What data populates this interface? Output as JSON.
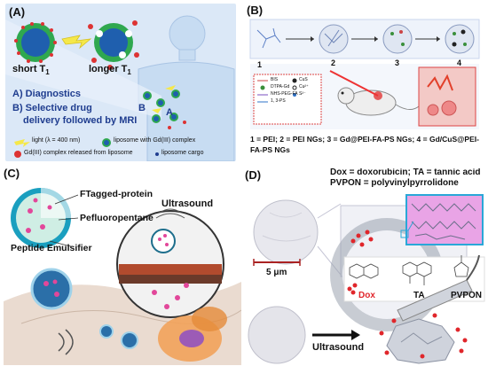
{
  "panelA": {
    "label": "(A)",
    "short_t1": "short T",
    "longer_t1": "longer T",
    "t1_sub": "1",
    "diagnostics": "A) Diagnostics",
    "selective_line1": "B) Selective drug",
    "selective_line2": "delivery followed by MRI",
    "legend_light": "light (λ = 400 nm)",
    "legend_liposome": "liposome with  Gd(III) complex",
    "legend_released": "Gd(III) complex released from liposome",
    "legend_cargo": "liposome cargo",
    "marker_a": "A",
    "marker_b": "B"
  },
  "panelB": {
    "label": "(B)",
    "step_numbers": [
      "1",
      "2",
      "3",
      "4"
    ],
    "caption_line1": "1 = PEI; 2 = PEI NGs; 3 = Gd@PEI-FA-PS NGs; 4 = Gd/CuS@PEI-",
    "caption_line2": "FA-PS NGs",
    "legend_items": [
      "BIS",
      "DTPA-Gd",
      "NHS-PEG-FA",
      "1, 3-PS",
      "CuS",
      "Cu²⁺",
      "S²⁻"
    ]
  },
  "panelC": {
    "label": "(C)",
    "ftagged": "FTagged-protein",
    "pfp": "Pefluoropentane",
    "peptide": "Peptide Emulsifier",
    "ultrasound": "Ultrasound"
  },
  "panelD": {
    "label": "(D)",
    "dox_def": "Dox = doxorubicin; TA = tannic acid",
    "pvpon_def": "PVPON = polyvinylpyrrolidone",
    "scale": "5 μm",
    "dox": "Dox",
    "ta": "TA",
    "pvpon": "PVPON",
    "ultrasound": "Ultrasound"
  },
  "colors": {
    "panelA_bg": "#dbe8f7",
    "panelB_bg": "#eef3fb",
    "title_blue": "#1f3d8f",
    "liposome_green": "#2fa84f",
    "liposome_core": "#1f5fae",
    "dox_red": "#e0262b",
    "pvpon_pink": "#ee8fd9"
  }
}
